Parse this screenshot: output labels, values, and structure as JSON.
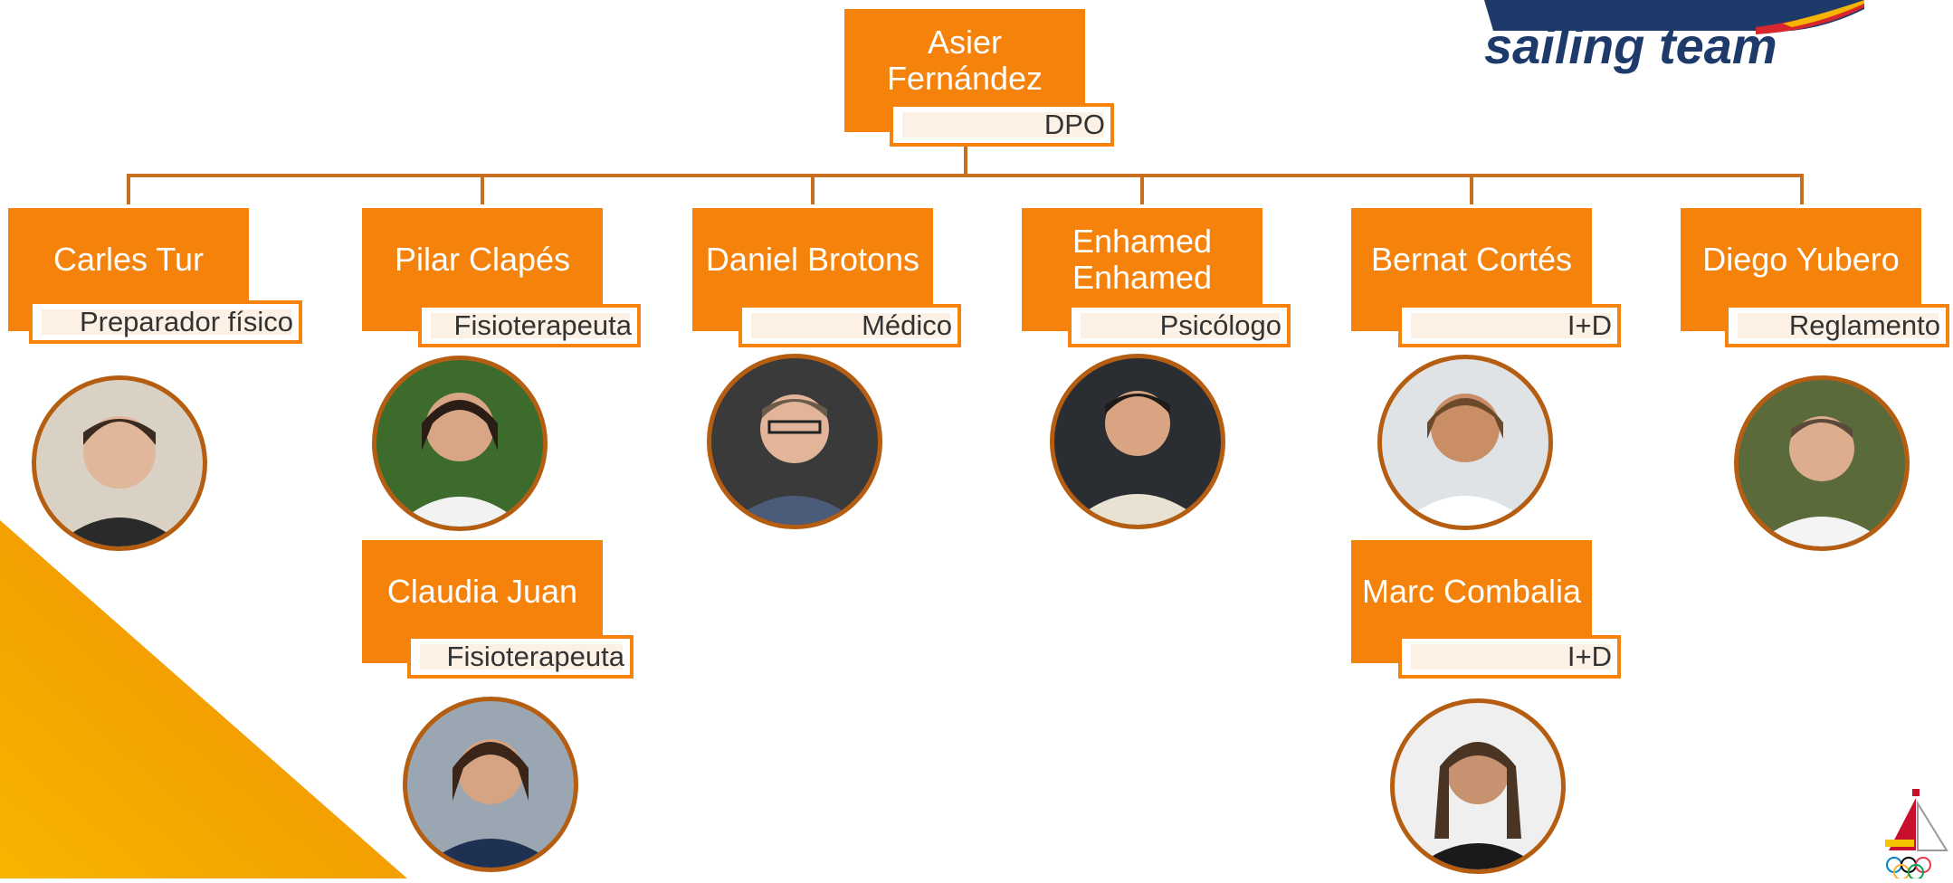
{
  "logo": {
    "text": "sailing team"
  },
  "head": {
    "name_line1": "Asier",
    "name_line2": "Fernández",
    "role": "DPO"
  },
  "members": [
    {
      "name_line1": "Carles Tur",
      "name_line2": "",
      "role": "Preparador físico"
    },
    {
      "name_line1": "Pilar Clapés",
      "name_line2": "",
      "role": "Fisioterapeuta"
    },
    {
      "name_line1": "Daniel Brotons",
      "name_line2": "",
      "role": "Médico"
    },
    {
      "name_line1": "Enhamed",
      "name_line2": "Enhamed",
      "role": "Psicólogo"
    },
    {
      "name_line1": "Bernat Cortés",
      "name_line2": "",
      "role": "I+D"
    },
    {
      "name_line1": "Diego Yubero",
      "name_line2": "",
      "role": "Reglamento"
    },
    {
      "name_line1": "Claudia Juan",
      "name_line2": "",
      "role": "Fisioterapeuta"
    },
    {
      "name_line1": "Marc Combalia",
      "name_line2": "",
      "role": "I+D"
    }
  ],
  "colors": {
    "box": "#f5820a",
    "connector": "#c6701f",
    "photo_border": "#b55e12",
    "logo": "#1e3a6b"
  },
  "icons": [
    "person-photo",
    "sailing-federation-emblem",
    "esp-logo"
  ]
}
